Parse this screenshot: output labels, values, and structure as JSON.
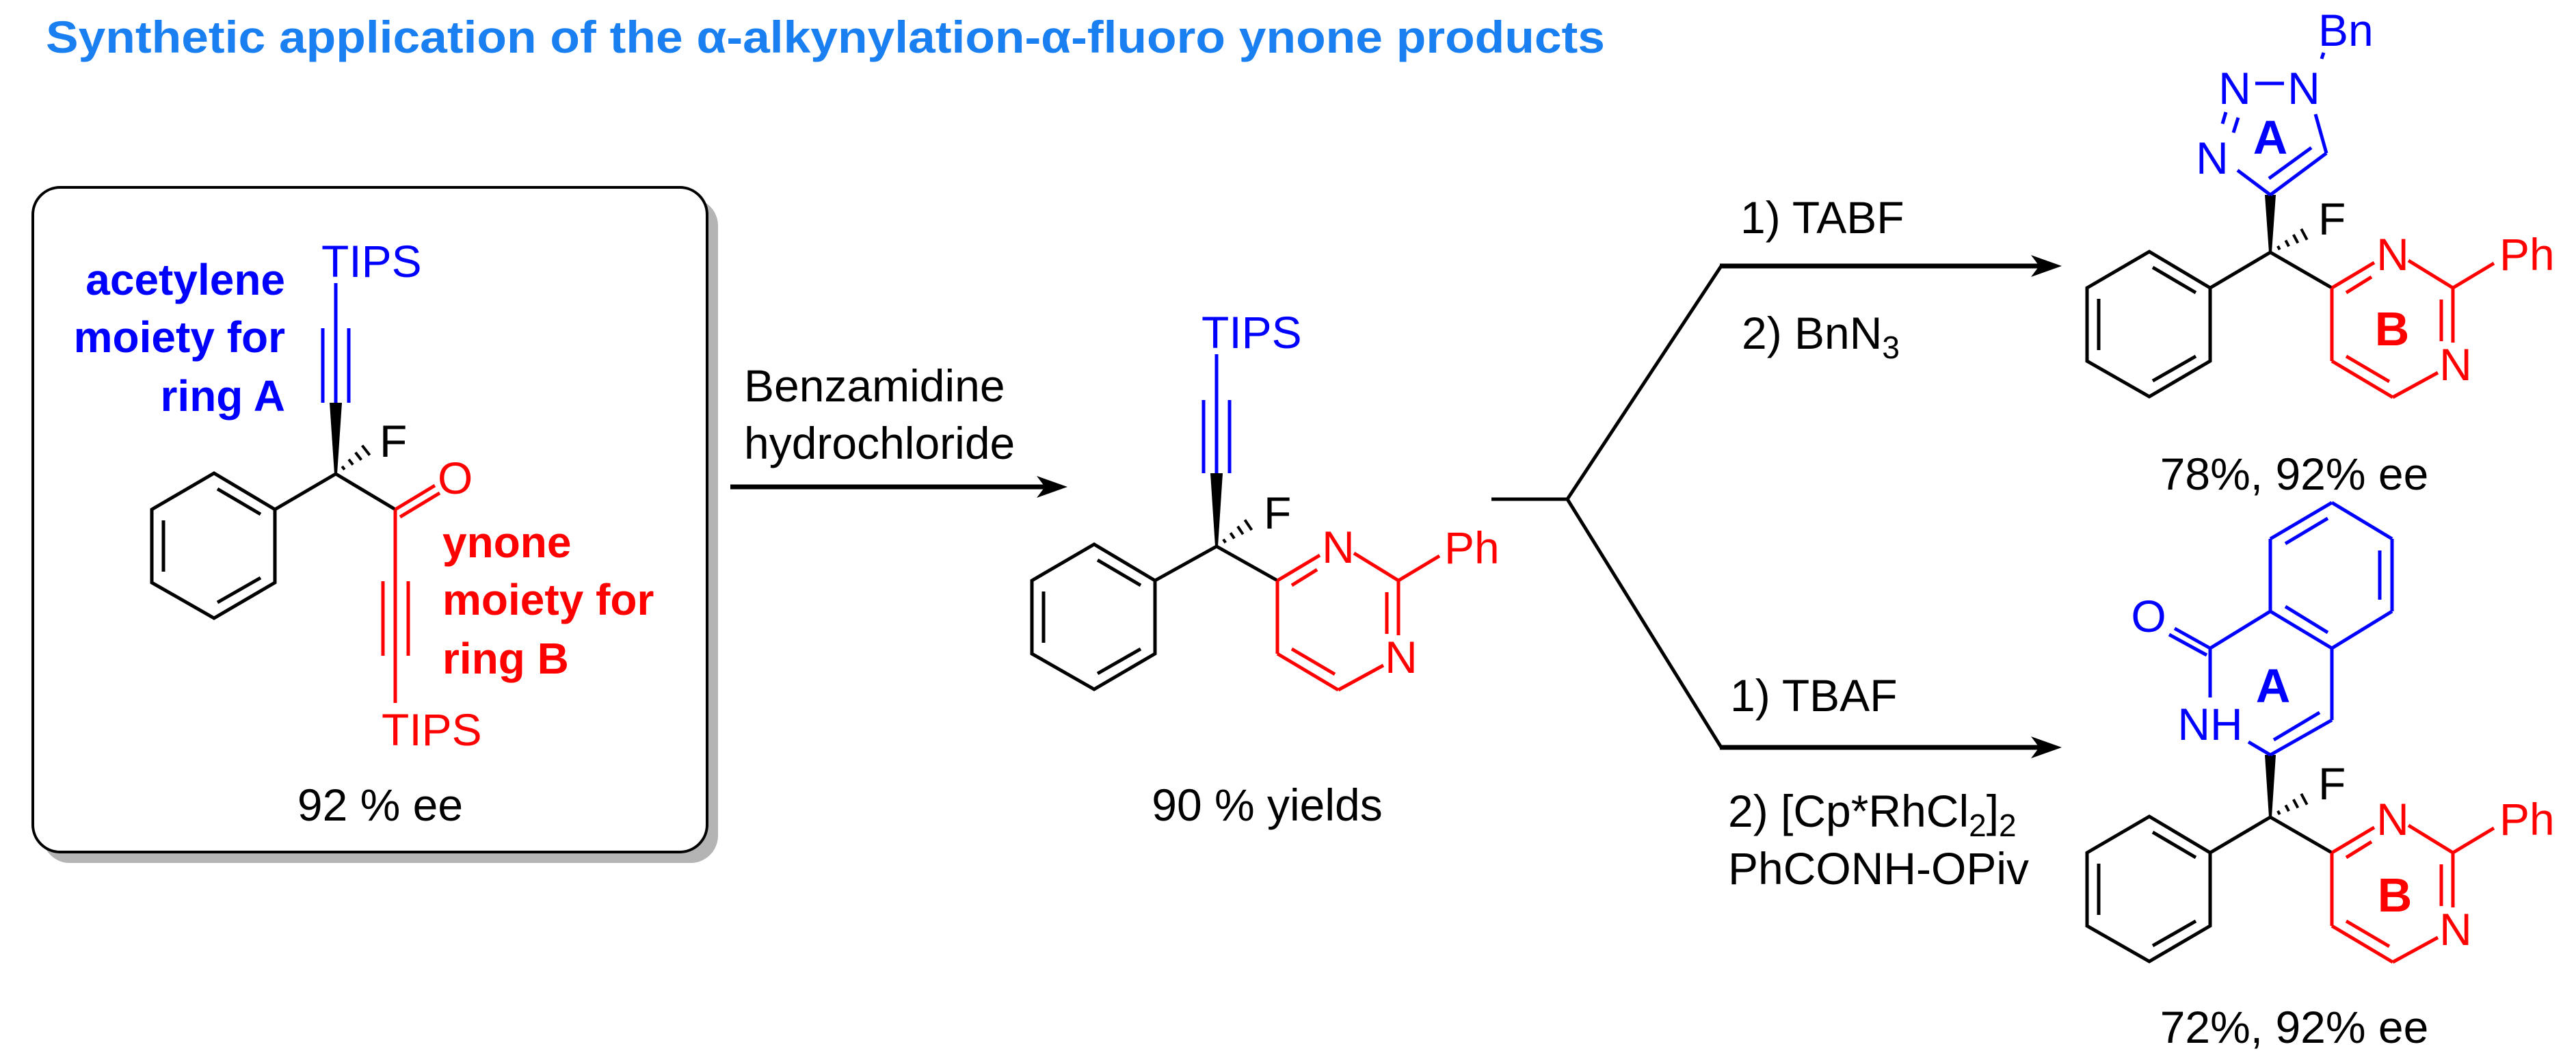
{
  "title": "Synthetic application of the α-alkynylation-α-fluoro ynone products",
  "colors": {
    "title": "#1a7ff0",
    "ring_a": "#0000ff",
    "ring_b": "#ff0000",
    "default": "#000000"
  },
  "starting_material": {
    "tips_top": "TIPS",
    "tips_bottom": "TIPS",
    "fluorine": "F",
    "oxygen": "O",
    "label_a": [
      "acetylene",
      "moiety for",
      "ring A"
    ],
    "label_b": [
      "ynone",
      "moiety for",
      "ring B"
    ],
    "ee": "92 % ee"
  },
  "step1": {
    "reagent": [
      "Benzamidine",
      "hydrochloride"
    ]
  },
  "intermediate": {
    "tips": "TIPS",
    "fluorine": "F",
    "n3": "N",
    "n1": "N",
    "phenyl": "Ph",
    "yield": "90 % yields"
  },
  "route_a": {
    "step1": "1) TABF",
    "step2": {
      "text": "2) BnN",
      "sub": "3"
    },
    "product": {
      "bn": "Bn",
      "n1": "N",
      "n2": "N",
      "n3": "N",
      "ring_a": "A",
      "fluorine": "F",
      "n_pyr3": "N",
      "n_pyr1": "N",
      "phenyl": "Ph",
      "ring_b": "B",
      "result": "78%, 92% ee"
    }
  },
  "route_b": {
    "step1": "1) TBAF",
    "step2": {
      "text": "2) [Cp*RhCl",
      "sub1": "2",
      "close": "]",
      "sub2": "2"
    },
    "step2_line2": "PhCONH-OPiv",
    "product": {
      "oxygen": "O",
      "nh": "NH",
      "ring_a": "A",
      "fluorine": "F",
      "n_pyr3": "N",
      "n_pyr1": "N",
      "phenyl": "Ph",
      "ring_b": "B",
      "result": "72%, 92% ee"
    }
  }
}
